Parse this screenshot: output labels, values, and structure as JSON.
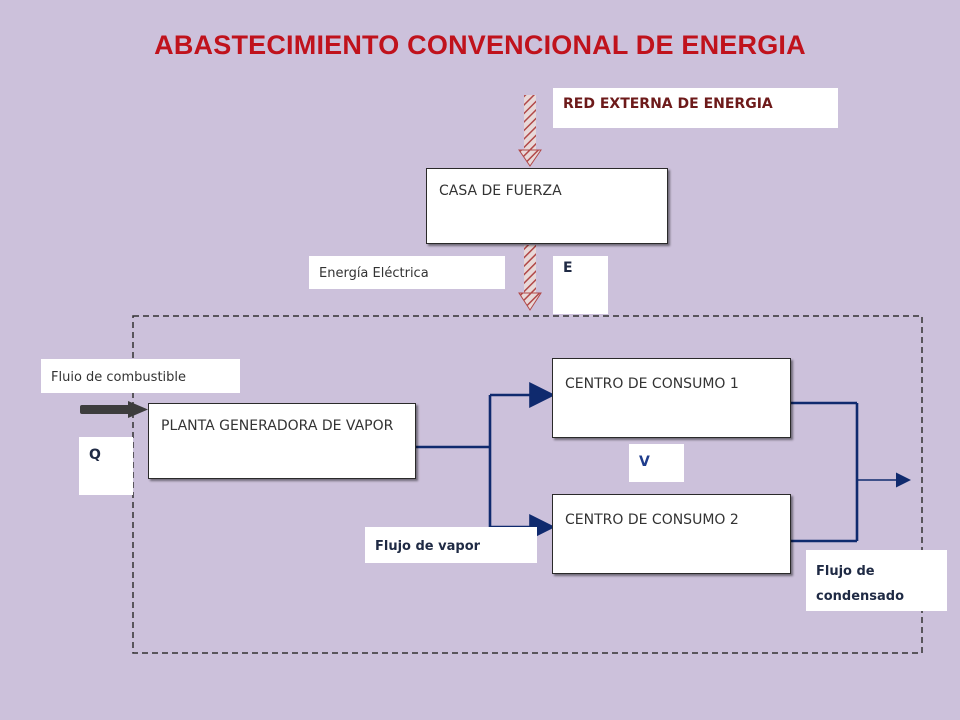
{
  "title": "ABASTECIMIENTO  CONVENCIONAL DE ENERGIA",
  "labels": {
    "red_externa": "RED EXTERNA DE ENERGIA",
    "energia_electrica": "Energía Eléctrica",
    "e": "E",
    "flujo_combustible": "Fluio de combustible",
    "q": "Q",
    "v": "V",
    "flujo_vapor": "Flujo de vapor",
    "flujo_condensado": "Flujo de condensado"
  },
  "boxes": {
    "casa_fuerza": "CASA DE FUERZA",
    "planta": "PLANTA GENERADORA DE VAPOR",
    "centro1": "CENTRO DE CONSUMO 1",
    "centro2": "CENTRO DE CONSUMO 2"
  },
  "colors": {
    "background": "#ccc1db",
    "title": "#c0121c",
    "flow_lines": "#0f2a6e"
  }
}
